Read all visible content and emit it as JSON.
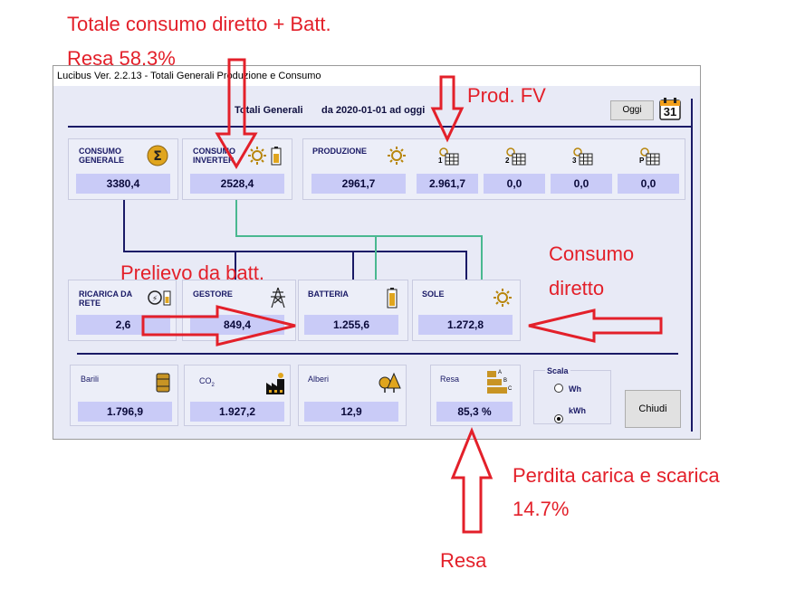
{
  "window": {
    "title": "Lucibus Ver. 2.2.13 -  Totali Generali Produzione e Consumo"
  },
  "header": {
    "title": "Totali Generali",
    "range": "da 2020-01-01 ad oggi",
    "today_button": "Oggi",
    "calendar_day": "31"
  },
  "top": {
    "consumo_generale": {
      "label": "CONSUMO\nGENERALE",
      "value": "3380,4"
    },
    "consumo_inverter": {
      "label": "CONSUMO\nINVERTER",
      "value": "2528,4"
    },
    "produzione": {
      "label": "PRODUZIONE",
      "value": "2961,7"
    },
    "strings": [
      {
        "label": "1",
        "value": "2.961,7"
      },
      {
        "label": "2",
        "value": "0,0"
      },
      {
        "label": "3",
        "value": "0,0"
      },
      {
        "label": "P",
        "value": "0,0"
      }
    ]
  },
  "middle": {
    "ricarica": {
      "label": "RICARICA DA\nRETE",
      "value": "2,6"
    },
    "gestore": {
      "label": "GESTORE",
      "value": "849,4"
    },
    "batteria": {
      "label": "BATTERIA",
      "value": "1.255,6"
    },
    "sole": {
      "label": "SOLE",
      "value": "1.272,8"
    }
  },
  "bottom": {
    "barili": {
      "label": "Barili",
      "value": "1.796,9"
    },
    "co2": {
      "label": "CO",
      "sub": "2",
      "value": "1.927,2"
    },
    "alberi": {
      "label": "Alberi",
      "value": "12,9"
    },
    "resa": {
      "label": "Resa",
      "value": "85,3 %",
      "grades": [
        "A",
        "B",
        "C"
      ]
    }
  },
  "scala": {
    "label": "Scala",
    "options": [
      "Wh",
      "kWh"
    ],
    "selected": "kWh"
  },
  "close_button": "Chiudi",
  "annotations": {
    "totale": "Totale consumo diretto + Batt.",
    "resa_top": "Resa 58.3%",
    "prod_fv": "Prod. FV",
    "consumo_diretto_1": "Consumo",
    "consumo_diretto_2": "diretto",
    "prelievo": "Prelievo da batt.",
    "perdita_1": "Perdita carica e scarica",
    "perdita_2": "14.7%",
    "resa_bottom": "Resa"
  },
  "colors": {
    "annotation": "#e3202a",
    "value_bg": "#c9cbf7",
    "panel_bg": "#eceef8",
    "window_bg": "#e8eaf6",
    "navy": "#1a1a66",
    "green_line": "#49b890"
  }
}
